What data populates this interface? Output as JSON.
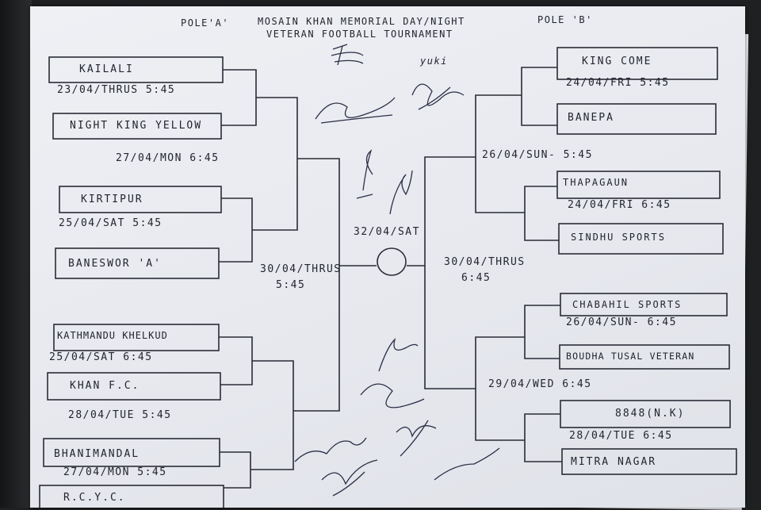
{
  "header": {
    "pole_a": "POLE'A'",
    "pole_b": "POLE 'B'",
    "title_line1": "MOSAIN KHAN MEMORIAL DAY/NIGHT",
    "title_line2": "VETERAN FOOTBALL TOURNAMENT"
  },
  "left": {
    "teams": [
      "KAILALI",
      "NIGHT KING YELLOW",
      "KIRTIPUR",
      "BANESWOR 'A'",
      "KATHMANDU KHELKUD",
      "KHAN F.C.",
      "BHANIMANDAL",
      "R.C.Y.C."
    ],
    "match_dates": [
      "23/04/THRUS 5:45",
      "25/04/SAT 5:45",
      "25/04/SAT 6:45",
      "27/04/MON 5:45"
    ],
    "quarter_dates": [
      "27/04/MON 6:45",
      "28/04/TUE 5:45"
    ],
    "semi_date_line1": "30/04/THRUS",
    "semi_date_line2": "5:45"
  },
  "right": {
    "teams": [
      "KING COME",
      "BANEPA",
      "THAPAGAUN",
      "SINDHU SPORTS",
      "CHABAHIL SPORTS",
      "BOUDHA TUSAL VETERAN",
      "8848(N.K)",
      "MITRA NAGAR"
    ],
    "match_dates": [
      "24/04/FRI 5:45",
      "24/04/FRI 6:45",
      "26/04/SUN- 6:45",
      "28/04/TUE 6:45"
    ],
    "quarter_dates": [
      "26/04/SUN- 5:45",
      "29/04/WED 6:45"
    ],
    "semi_date_line1": "30/04/THRUS",
    "semi_date_line2": "6:45"
  },
  "final": {
    "date": "32/04/SAT"
  },
  "signature_text": "yuki"
}
